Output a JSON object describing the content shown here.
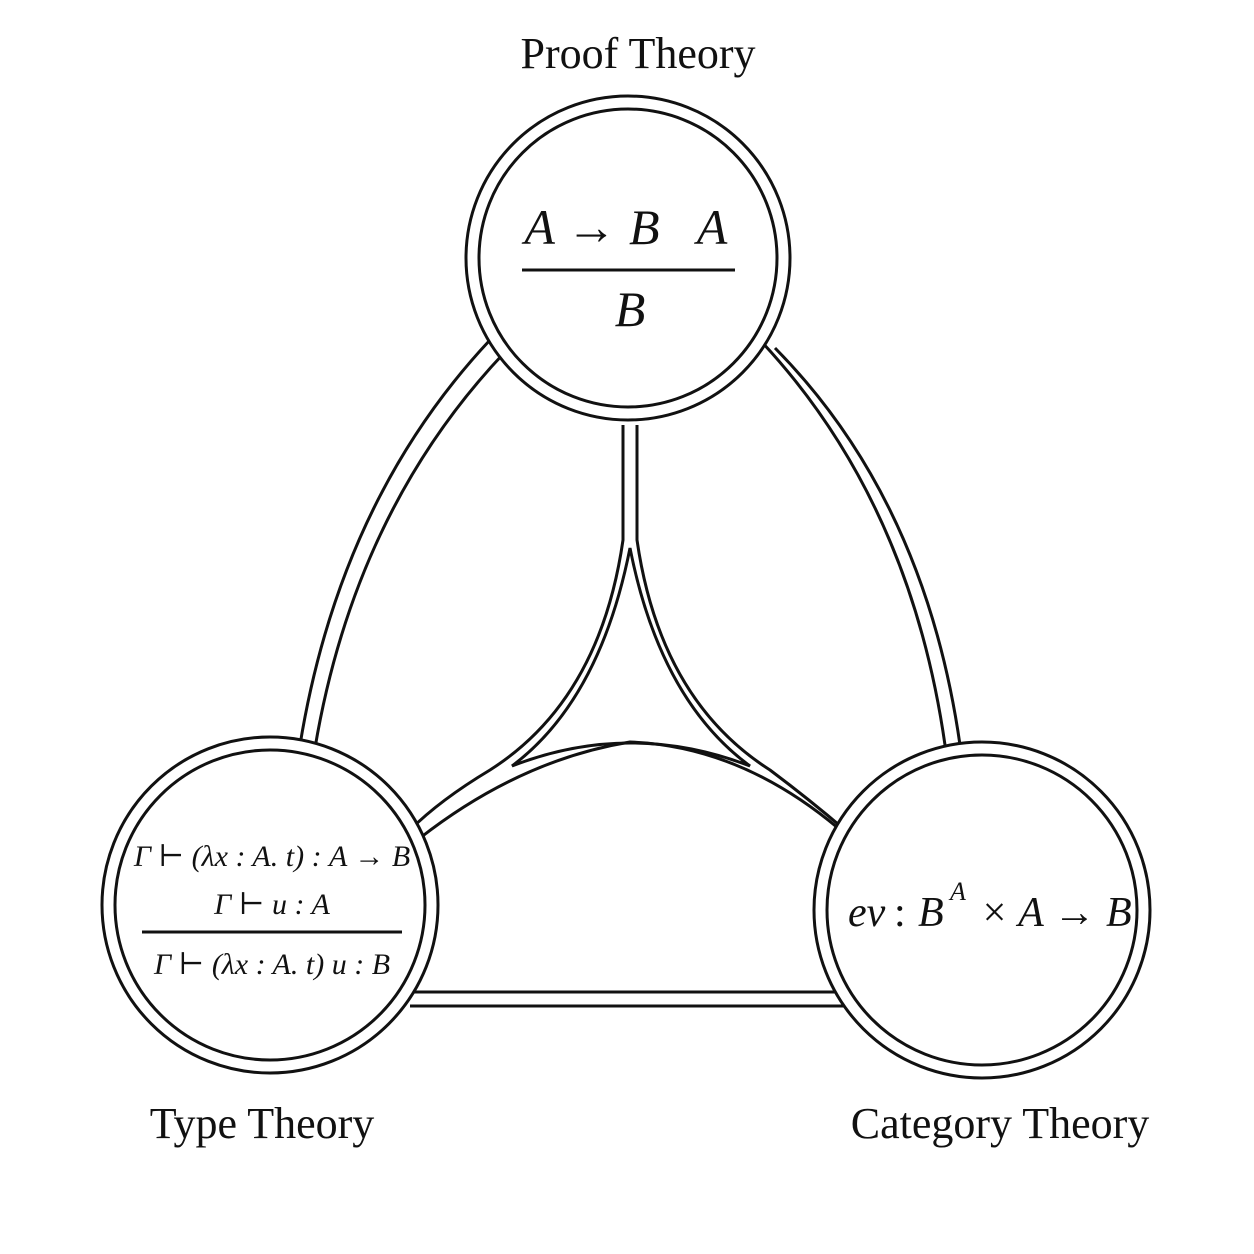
{
  "labels": {
    "top": "Proof Theory",
    "left": "Type Theory",
    "right": "Category Theory"
  },
  "proof_rule": {
    "premise_1": "A → B",
    "premise_2": "A",
    "conclusion": "B"
  },
  "type_rule": {
    "premise_1": "Γ ⊢ (λx : A. t) : A → B",
    "premise_2": "Γ ⊢ u : A",
    "conclusion": "Γ ⊢ (λx : A. t) u : B"
  },
  "category_rule": {
    "ev": "ev",
    "colon": ":",
    "base": "B",
    "exponent": "A",
    "rest": "× A → B"
  },
  "colors": {
    "ink": "#111111",
    "background": "#ffffff"
  }
}
